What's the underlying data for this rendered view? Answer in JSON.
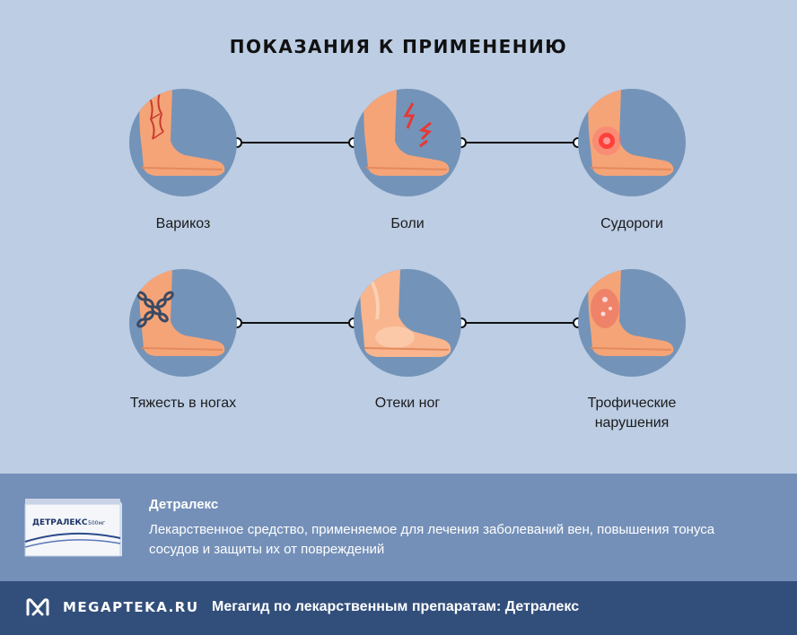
{
  "title": "ПОКАЗАНИЯ К ПРИМЕНЕНИЮ",
  "indications": [
    {
      "label": "Варикоз",
      "icon": "varicose-foot-icon"
    },
    {
      "label": "Боли",
      "icon": "pain-foot-icon"
    },
    {
      "label": "Судороги",
      "icon": "cramp-foot-icon"
    },
    {
      "label": "Тяжесть в ногах",
      "icon": "heavy-legs-foot-icon"
    },
    {
      "label": "Отеки ног",
      "icon": "swollen-foot-icon"
    },
    {
      "label": "Трофические нарушения",
      "icon": "trophic-foot-icon"
    }
  ],
  "product": {
    "name": "Детралекс",
    "description": "Лекарственное средство, применяемое для лечения заболеваний вен, повышения тонуса сосудов и защиты их от повреждений",
    "box_label": "ДЕТРАЛЕКС",
    "box_dose": "500мг"
  },
  "footer": {
    "brand": "MEGAPTEKA.RU",
    "tagline": "Мегагид по лекарственным препаратам: Детралекс"
  },
  "colors": {
    "background": "#bccde4",
    "circle": "#7493b8",
    "skin": "#f5a478",
    "info_band": "#7490b8",
    "footer": "#324f7b"
  }
}
